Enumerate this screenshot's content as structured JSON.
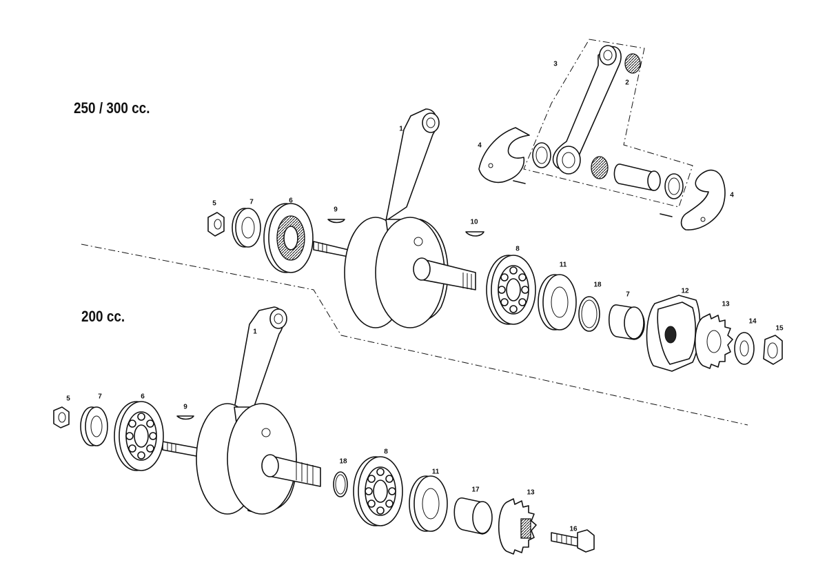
{
  "headings": {
    "variant_large": "250 / 300 cc.",
    "variant_small": "200 cc."
  },
  "labels_upper": {
    "crankshaft": "1",
    "needle_bearing": "2",
    "conrod_kit": "3",
    "shim_left": "4",
    "shim_right": "4",
    "nut": "5",
    "bearing_left": "6",
    "seal_left": "7",
    "key_left": "9",
    "key_right": "10",
    "bearing_right": "8",
    "seal_right": "11",
    "oring": "18",
    "spacer": "7",
    "cam": "12",
    "gear": "13",
    "washer": "14",
    "nut_right": "15"
  },
  "labels_lower": {
    "crankshaft": "1",
    "nut": "5",
    "seal_left": "7",
    "bearing_left": "6",
    "key_left": "9",
    "oring": "18",
    "bearing_right": "8",
    "seal_right": "11",
    "spacer": "17",
    "gear": "13",
    "bolt": "16"
  }
}
